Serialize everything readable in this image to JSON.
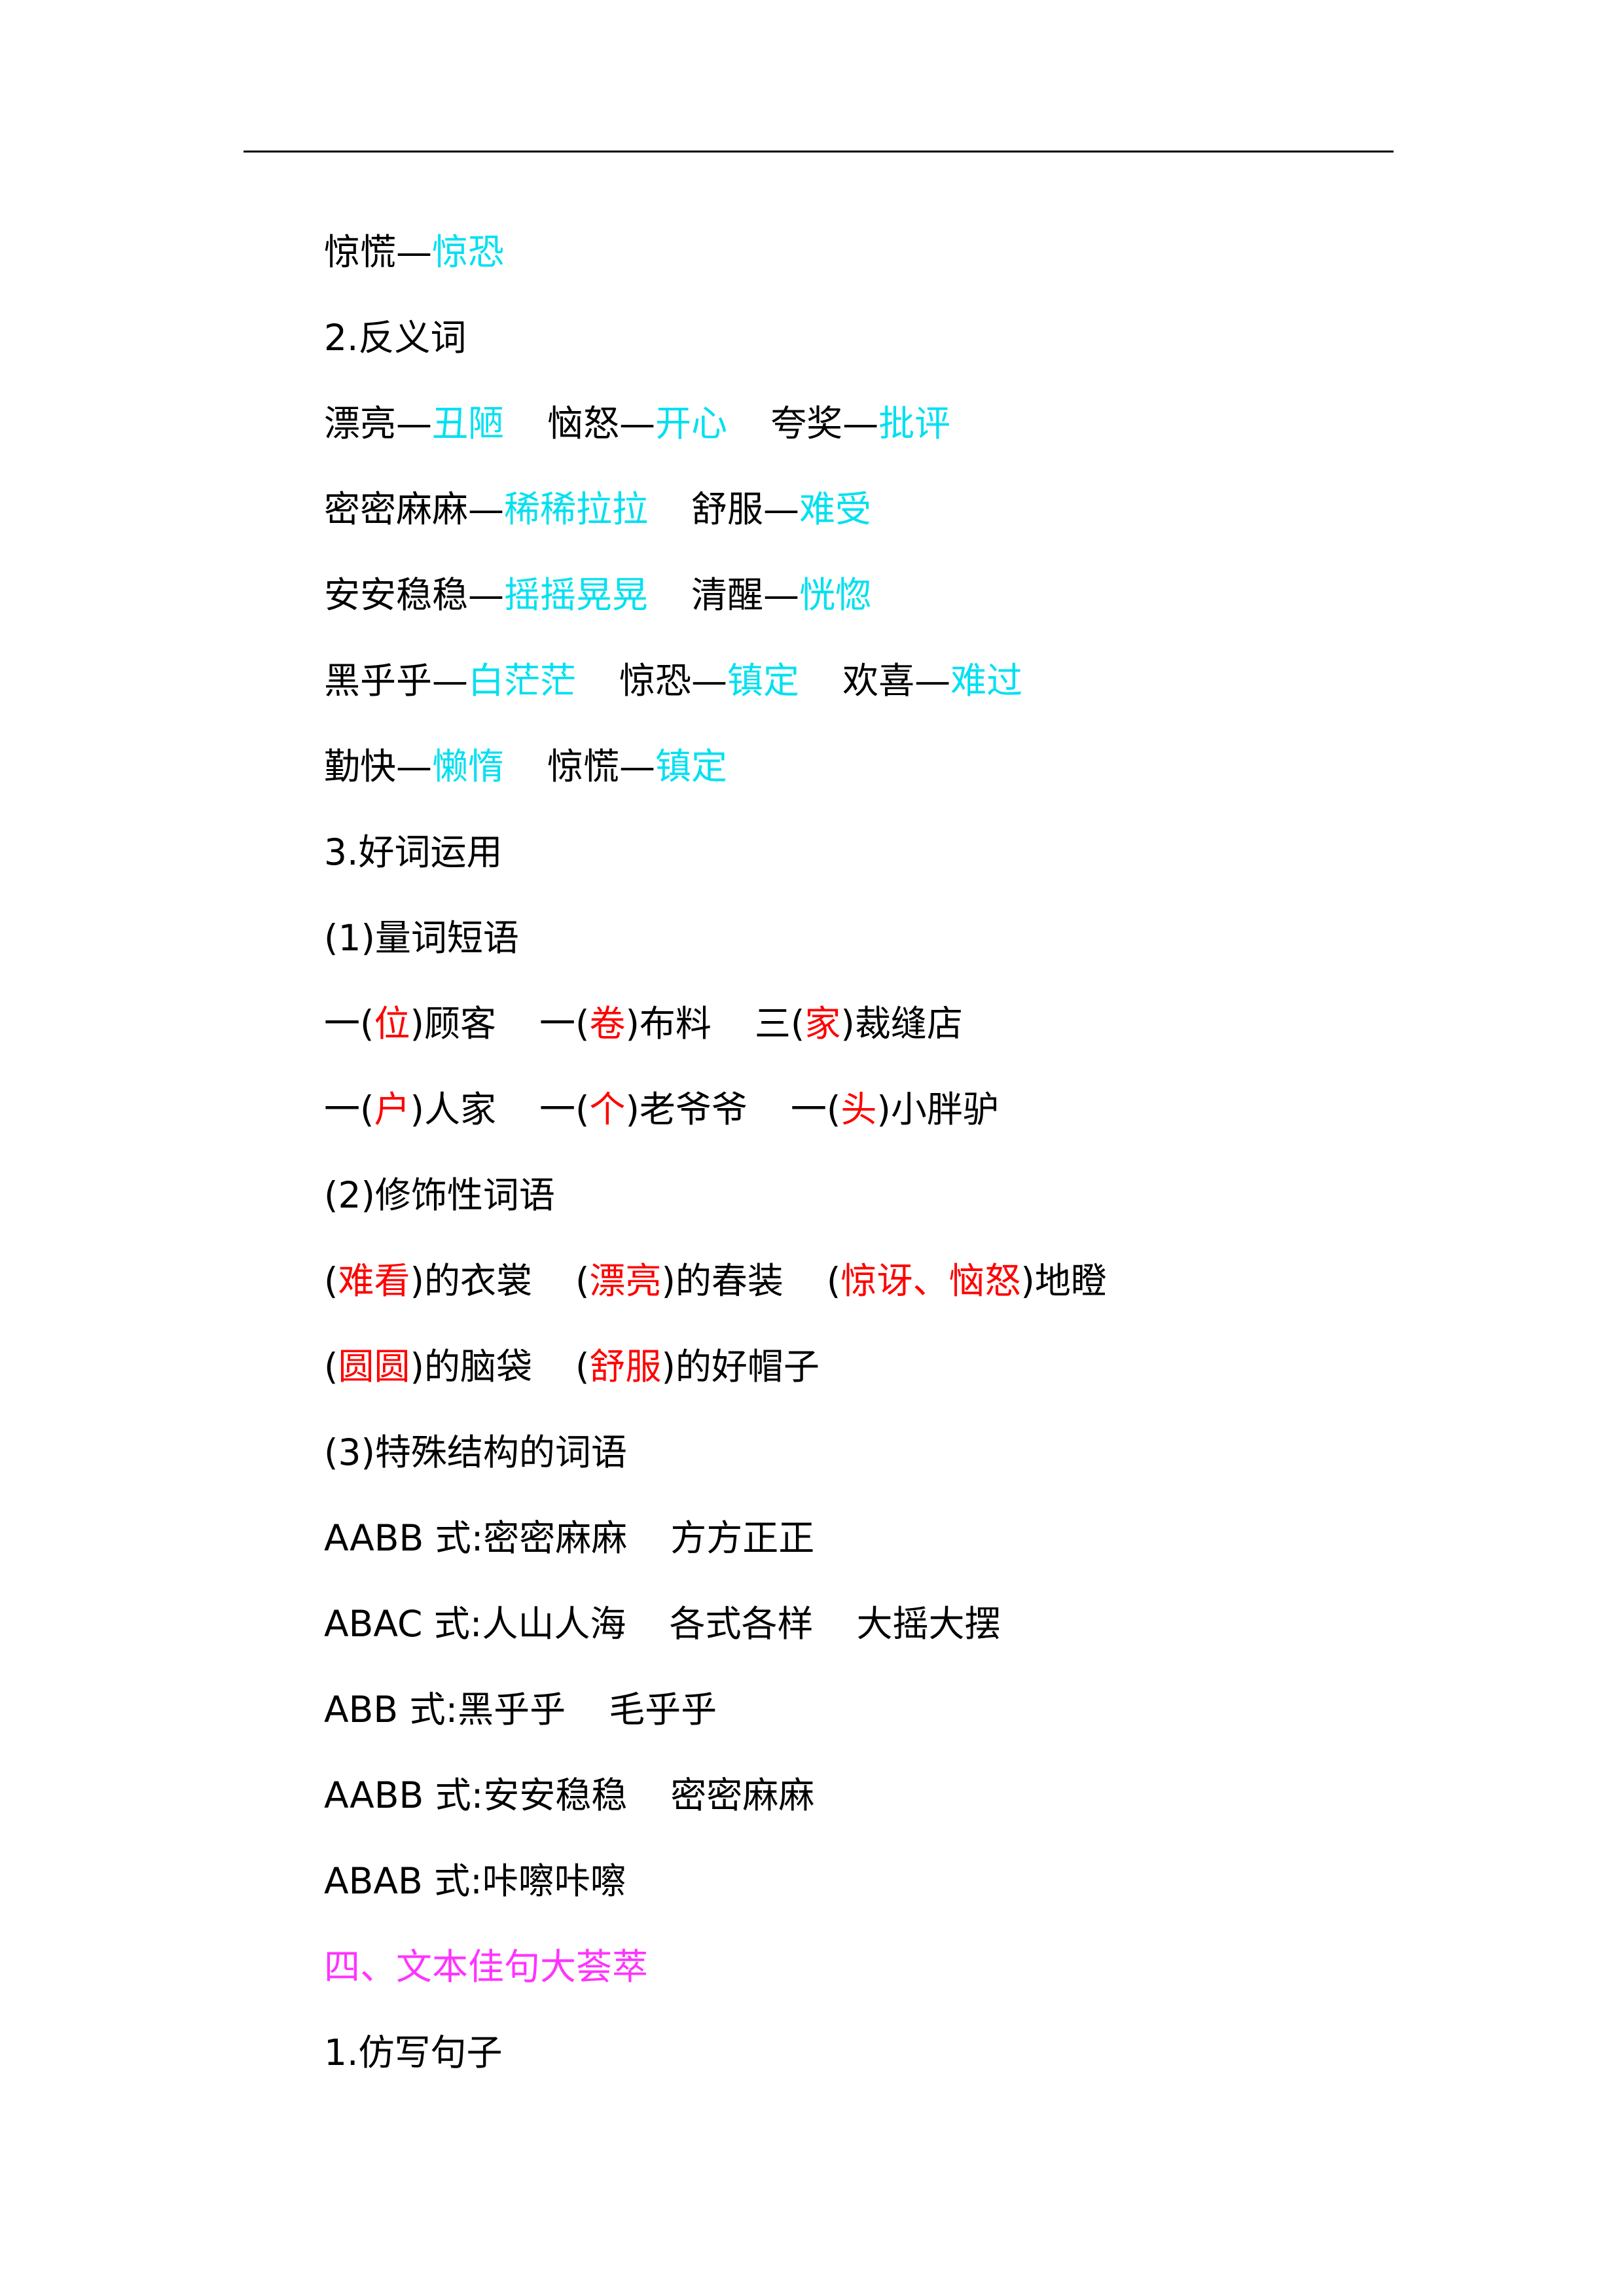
{
  "colors": {
    "synonym": "#00e0f0",
    "answer": "#ff0000",
    "heading": "#ff33ff"
  },
  "l1": {
    "a": "惊慌—",
    "b": "惊恐"
  },
  "l2": "2.反义词",
  "l3": [
    {
      "a": "漂亮—",
      "b": "丑陋"
    },
    {
      "a": "恼怒—",
      "b": "开心"
    },
    {
      "a": "夸奖—",
      "b": "批评"
    }
  ],
  "l4": [
    {
      "a": "密密麻麻—",
      "b": "稀稀拉拉"
    },
    {
      "a": "舒服—",
      "b": "难受"
    }
  ],
  "l5": [
    {
      "a": "安安稳稳—",
      "b": "摇摇晃晃"
    },
    {
      "a": "清醒—",
      "b": "恍惚"
    }
  ],
  "l6": [
    {
      "a": "黑乎乎—",
      "b": "白茫茫"
    },
    {
      "a": "惊恐—",
      "b": "镇定"
    },
    {
      "a": "欢喜—",
      "b": "难过"
    }
  ],
  "l7": [
    {
      "a": "勤快—",
      "b": "懒惰"
    },
    {
      "a": "惊慌—",
      "b": "镇定"
    }
  ],
  "l8": "3.好词运用",
  "l9": "(1)量词短语",
  "l10": [
    {
      "a": "一(",
      "b": "位",
      "c": ")顾客"
    },
    {
      "a": "一(",
      "b": "卷",
      "c": ")布料"
    },
    {
      "a": "三(",
      "b": "家",
      "c": ")裁缝店"
    }
  ],
  "l11": [
    {
      "a": "一(",
      "b": "户",
      "c": ")人家"
    },
    {
      "a": "一(",
      "b": "个",
      "c": ")老爷爷"
    },
    {
      "a": "一(",
      "b": "头",
      "c": ")小胖驴"
    }
  ],
  "l12": "(2)修饰性词语",
  "l13": [
    {
      "a": "(",
      "b": "难看",
      "c": ")的衣裳"
    },
    {
      "a": "(",
      "b": "漂亮",
      "c": ")的春装"
    },
    {
      "a": "(",
      "b": "惊讶、恼怒",
      "c": ")地瞪"
    }
  ],
  "l14": [
    {
      "a": "(",
      "b": "圆圆",
      "c": ")的脑袋"
    },
    {
      "a": "(",
      "b": "舒服",
      "c": ")的好帽子"
    }
  ],
  "l15": "(3)特殊结构的词语",
  "l16": [
    "AABB 式:密密麻麻",
    "方方正正"
  ],
  "l17": [
    "ABAC 式:人山人海",
    "各式各样",
    "大摇大摆"
  ],
  "l18": [
    "ABB 式:黑乎乎",
    "毛乎乎"
  ],
  "l19": [
    "AABB 式:安安稳稳",
    "密密麻麻"
  ],
  "l20": "ABAB 式:咔嚓咔嚓",
  "l21": "四、文本佳句大荟萃",
  "l22": "1.仿写句子"
}
